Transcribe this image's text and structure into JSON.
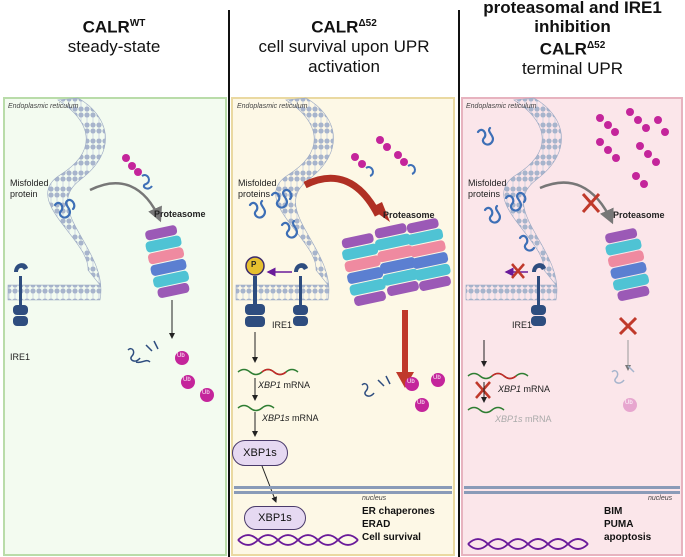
{
  "headers": [
    {
      "main": "CALR",
      "sup": "WT",
      "sub": "steady-state"
    },
    {
      "main": "CALR",
      "sup": "Δ52",
      "sub1": "cell survival upon UPR",
      "sub2": "activation"
    },
    {
      "pre1": "proteasomal and IRE1",
      "pre2": "inhibition",
      "main": "CALR",
      "sup": "Δ52",
      "sub": "terminal UPR"
    }
  ],
  "panel1": {
    "er_label": "Endoplasmic reticulum",
    "misfolded_label": "Misfolded\nprotein",
    "proteasome_label": "Proteasome",
    "ire1_label": "IRE1",
    "ub": "Ub"
  },
  "panel2": {
    "er_label": "Endoplasmic reticulum",
    "misfolded_label": "Misfolded\nproteins",
    "proteasome_label": "Proteasome",
    "ire1_label": "IRE1",
    "p": "P",
    "xbp1_mrna_gene": "XBP1",
    "xbp1_mrna_suffix": " mRNA",
    "xbp1s_mrna_gene": "XBP1s",
    "xbp1s_mrna_suffix": " mRNA",
    "xbp1s_protein": "XBP1s",
    "xbp1s_nucleus": "XBP1s",
    "nucleus_label": "nucleus",
    "outcomes": [
      "ER chaperones",
      "ERAD",
      "Cell survival"
    ],
    "ub": "Ub"
  },
  "panel3": {
    "er_label": "Endoplasmic reticulum",
    "misfolded_label": "Misfolded\nproteins",
    "proteasome_label": "Proteasome",
    "ire1_label": "IRE1",
    "xbp1_mrna_gene": "XBP1",
    "xbp1_mrna_suffix": " mRNA",
    "xbp1s_mrna_gene": "XBP1s",
    "xbp1s_mrna_suffix": " mRNA",
    "nucleus_label": "nucleus",
    "outcomes": [
      "BIM",
      "PUMA",
      "apoptosis"
    ],
    "ub": "Ub"
  },
  "colors": {
    "panel1_fill": "#f3fbf0",
    "panel1_border": "#b9dca9",
    "panel2_fill": "#fdf8e6",
    "panel2_border": "#ead9a1",
    "panel3_fill": "#fbe6ea",
    "panel3_border": "#e7b3bf",
    "protein": "#3d6fb6",
    "ub": "#c4259b",
    "arrow_red": "#c0392b",
    "proteasome_purple": "#9b59b6",
    "proteasome_teal": "#4fc3d4",
    "proteasome_pink": "#ef8aa0",
    "proteasome_blue": "#5b7fd1",
    "membrane": "#9aa8c2"
  }
}
